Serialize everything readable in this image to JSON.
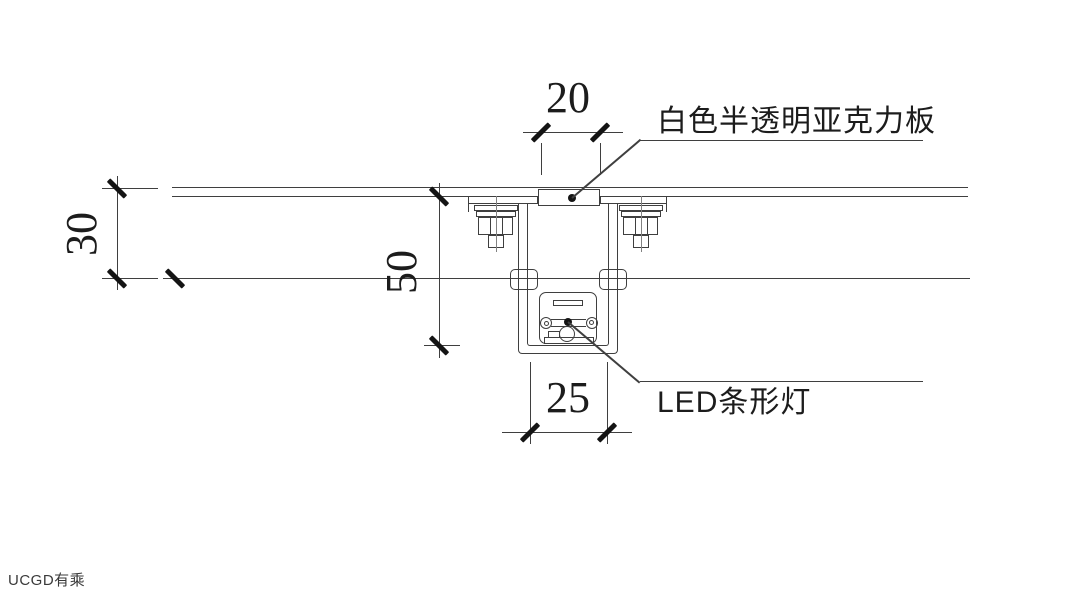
{
  "drawing": {
    "type": "ceiling-recessed-led-light-channel-section-detail",
    "dimensions": {
      "opening_width": "20",
      "ceiling_thickness": "30",
      "channel_depth": "50",
      "channel_width": "25"
    },
    "labels": {
      "acrylic": "白色半透明亚克力板",
      "led": "LED条形灯"
    },
    "watermark": "UCGD有乘",
    "colors": {
      "background": "#ffffff",
      "line": "#3f3f3f",
      "tick": "#141414",
      "text": "#1c1c1c"
    }
  }
}
